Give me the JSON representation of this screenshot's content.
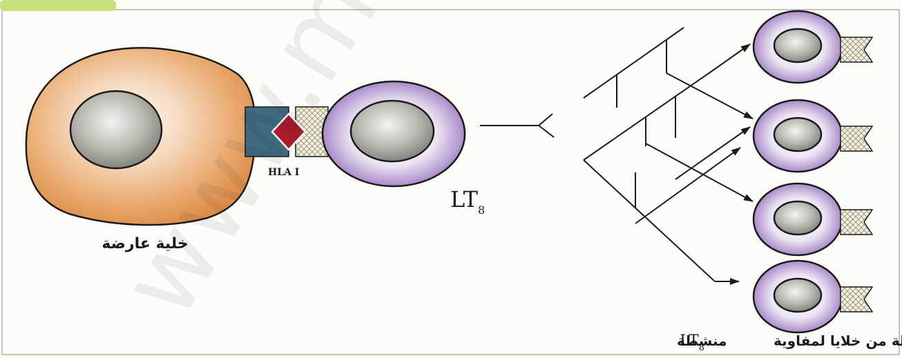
{
  "labels": {
    "hla": "HLA I",
    "lt8_main": "LT",
    "lt8_sub": "8",
    "presenting_cell": "خلية عارضة",
    "clone_caption_pre": "لة من خلايا لمفاوية",
    "clone_lt": "LT",
    "clone_sub": "8",
    "clone_caption_post": "منشطة"
  },
  "watermark": "www.motah",
  "colors": {
    "presenting_cell": "#e8a46a",
    "nucleus": "#9a9a94",
    "lymphocyte": "#9a80bf",
    "receptor_block": "#3f6a80",
    "antigen": "#a81c2a",
    "hatch": "#c8c2a6",
    "line": "#1a1a1a",
    "tab": "#c8e07a"
  }
}
